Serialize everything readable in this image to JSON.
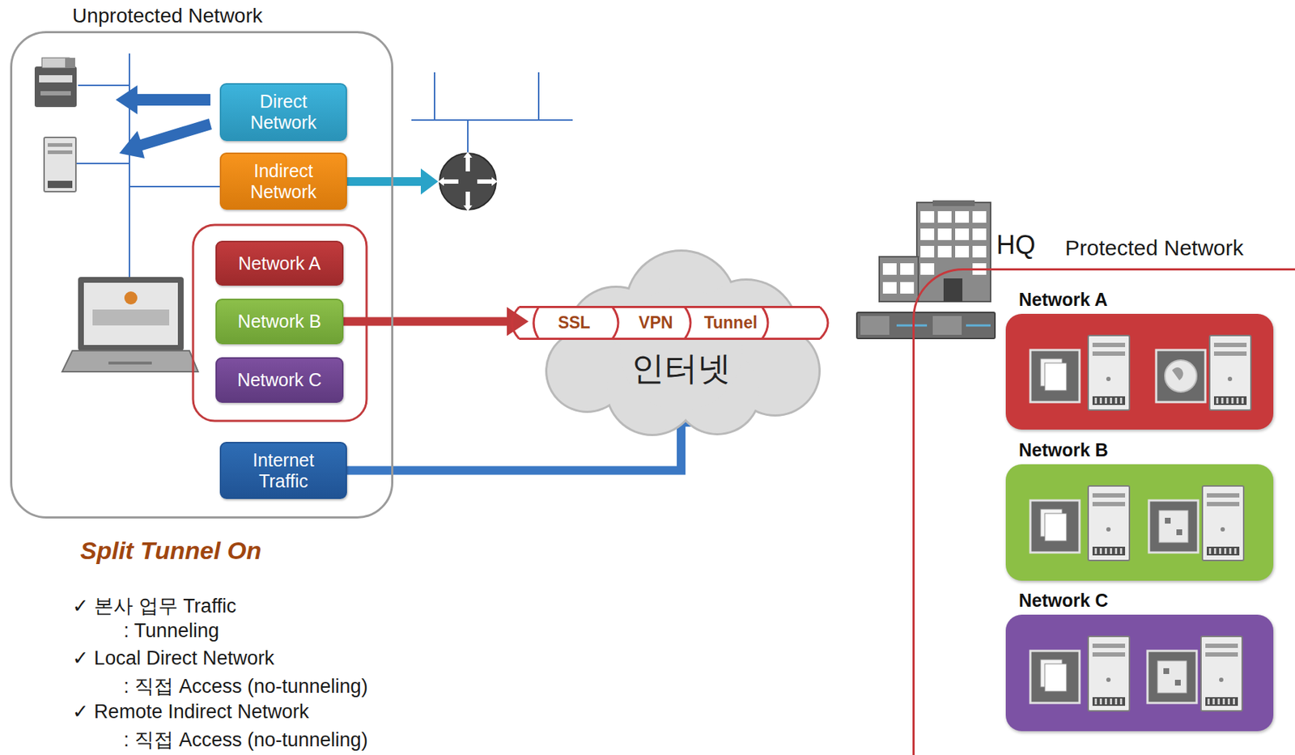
{
  "diagram": {
    "nodes": [
      {
        "text": [
          "Unprotected Network"
        ]
      },
      {
        "text": [
          "Direct Network"
        ],
        "in": 0
      },
      {
        "text": [
          "Indirect Network"
        ],
        "in": 0
      },
      {
        "text": [
          "Network A"
        ],
        "in": 0
      },
      {
        "text": [
          "Network B"
        ],
        "in": 0
      },
      {
        "text": [
          "Network C"
        ],
        "in": 0
      },
      {
        "text": [
          "Internet Traffic"
        ],
        "in": 0
      },
      {
        "text": [
          "인터넷"
        ]
      },
      {
        "text": [
          "SSL"
        ]
      },
      {
        "text": [
          "VPN"
        ]
      },
      {
        "text": [
          "Tunnel"
        ]
      },
      {
        "text": [
          "Protected Network"
        ]
      },
      {
        "text": [
          "Network A"
        ],
        "in": 11
      },
      {
        "text": [
          "Network B"
        ],
        "in": 11
      },
      {
        "text": [
          "Network C"
        ],
        "in": 11
      }
    ],
    "edges": [
      {
        "from": 4,
        "to": 8,
        "arrow": "to"
      },
      {
        "from": 6,
        "to": 7,
        "arrow": "to"
      }
    ],
    "labels": [
      "HQ",
      "Split Tunnel On",
      "✓ 본사 업무 Traffic",
      ": Tunneling",
      "✓ Local Direct Network",
      ": 직접 Access (no-tunneling)",
      "✓ Remote Indirect Network",
      ": 직접 Access (no-tunneling)"
    ]
  }
}
